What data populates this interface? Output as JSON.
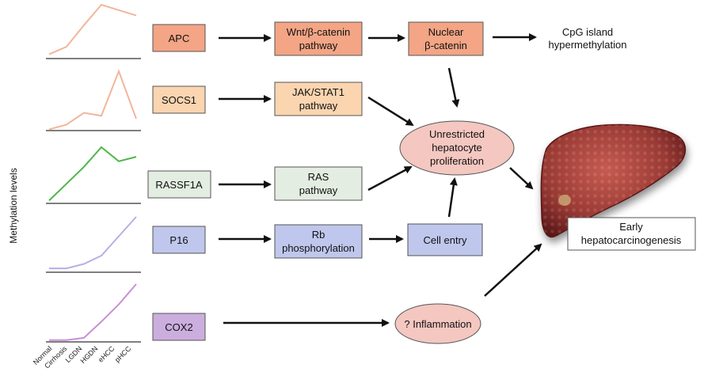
{
  "axis_title": "Methylation levels",
  "stages": [
    "Normal",
    "Cirrhosis",
    "LGDN",
    "HGDN",
    "eHCC",
    "pHCC"
  ],
  "chart_data": [
    {
      "type": "line",
      "x": [
        "Normal",
        "Cirrhosis",
        "LGDN",
        "HGDN",
        "eHCC",
        "pHCC"
      ],
      "series": [
        {
          "values": [
            0.08,
            0.22,
            0.62,
            1.0,
            0.9,
            0.8
          ]
        }
      ],
      "color": "#f3b59a"
    },
    {
      "type": "line",
      "x": [
        "Normal",
        "Cirrhosis",
        "LGDN",
        "HGDN",
        "eHCC",
        "pHCC"
      ],
      "series": [
        {
          "values": [
            0.02,
            0.1,
            0.3,
            0.25,
            1.0,
            0.2
          ]
        }
      ],
      "color": "#f3b59a"
    },
    {
      "type": "line",
      "x": [
        "Normal",
        "Cirrhosis",
        "LGDN",
        "HGDN",
        "eHCC",
        "pHCC"
      ],
      "series": [
        {
          "values": [
            0.05,
            0.35,
            0.65,
            1.0,
            0.75,
            0.83
          ]
        }
      ],
      "color": "#4cb748"
    },
    {
      "type": "line",
      "x": [
        "Normal",
        "Cirrhosis",
        "LGDN",
        "HGDN",
        "eHCC",
        "pHCC"
      ],
      "series": [
        {
          "values": [
            0.07,
            0.07,
            0.15,
            0.3,
            0.65,
            1.0
          ]
        }
      ],
      "color": "#b9aee6"
    },
    {
      "type": "line",
      "x": [
        "Normal",
        "Cirrhosis",
        "LGDN",
        "HGDN",
        "eHCC",
        "pHCC"
      ],
      "series": [
        {
          "values": [
            0.03,
            0.03,
            0.07,
            0.35,
            0.65,
            1.0
          ]
        }
      ],
      "color": "#c98fd6"
    }
  ],
  "genes": [
    {
      "label": "APC",
      "fill": "#f3a585"
    },
    {
      "label": "SOCS1",
      "fill": "#fbd5b0"
    },
    {
      "label": "RASSF1A",
      "fill": "#e3ede1"
    },
    {
      "label": "P16",
      "fill": "#bfc7ec"
    },
    {
      "label": "COX2",
      "fill": "#ccaede"
    }
  ],
  "pathways": [
    {
      "lines": [
        "Wnt/β-catenin",
        "pathway"
      ],
      "fill": "#f3a585"
    },
    {
      "lines": [
        "JAK/STAT1",
        "pathway"
      ],
      "fill": "#fbd5b0"
    },
    {
      "lines": [
        "RAS",
        "pathway"
      ],
      "fill": "#e3ede1"
    },
    {
      "lines": [
        "Rb",
        "phosphorylation"
      ],
      "fill": "#bfc7ec"
    }
  ],
  "nuclear": {
    "lines": [
      "Nuclear",
      "β-catenin"
    ],
    "fill": "#f3a585"
  },
  "cpg": {
    "lines": [
      "CpG island",
      "hypermethylation"
    ]
  },
  "proliferation": {
    "lines": [
      "Unrestricted",
      "hepatocyte",
      "proliferation"
    ],
    "fill": "#f4c7c0"
  },
  "cell_entry": {
    "label": "Cell entry",
    "fill": "#bfc7ec"
  },
  "inflammation": {
    "label": "? Inflammation",
    "fill": "#f4c7c0"
  },
  "outcome": {
    "lines": [
      "Early",
      "hepatocarcinogenesis"
    ]
  },
  "colors": {
    "liver": "#9a3a34",
    "liver_dark": "#5a1618",
    "liver_light": "#c65b50"
  }
}
